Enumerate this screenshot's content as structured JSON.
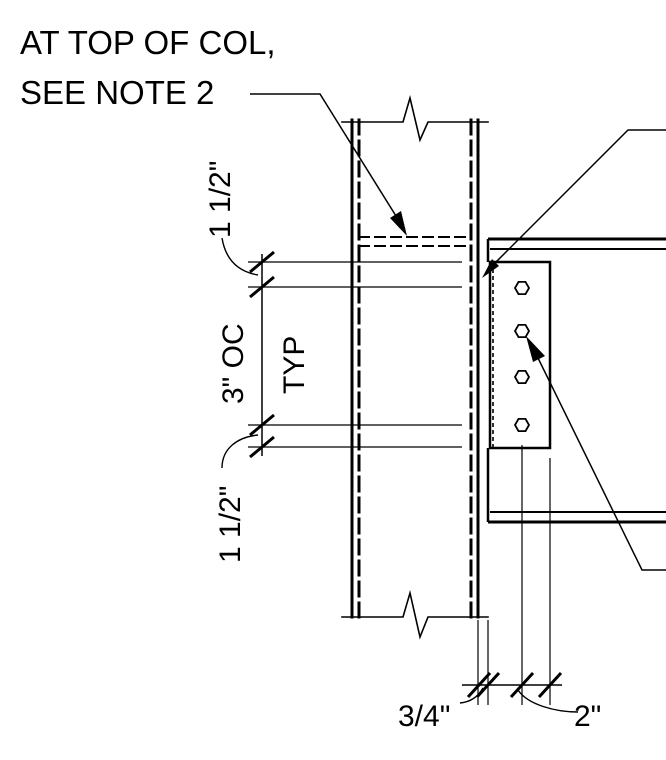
{
  "drawing": {
    "note_line1": "AT TOP OF COL,",
    "note_line2": "SEE NOTE 2",
    "dim_edge_top": "1 1/2\"",
    "dim_spacing": "3\" OC",
    "dim_typ": "TYP",
    "dim_edge_bottom": "1 1/2\"",
    "dim_gap": "3/4\"",
    "dim_bolt_gauge": "2\""
  },
  "colors": {
    "ink": "#000000",
    "paper": "#ffffff"
  }
}
